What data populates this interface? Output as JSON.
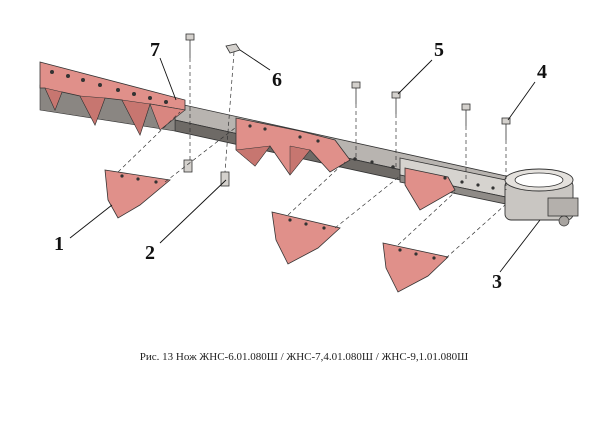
{
  "figure": {
    "caption": "Рис. 13 Нож ЖНС-6.01.080Ш / ЖНС-7,4.01.080Ш / ЖНС-9,1.01.080Ш"
  },
  "callouts": [
    {
      "id": "1",
      "label": "1"
    },
    {
      "id": "2",
      "label": "2"
    },
    {
      "id": "3",
      "label": "3"
    },
    {
      "id": "4",
      "label": "4"
    },
    {
      "id": "5",
      "label": "5"
    },
    {
      "id": "6",
      "label": "6"
    },
    {
      "id": "7",
      "label": "7"
    }
  ],
  "colors": {
    "blade": "#e0908a",
    "blade_dark": "#c77670",
    "bar": "#b8b4b0",
    "bar_dark": "#6e6a66",
    "head": "#c9c6c2",
    "outline": "#333333"
  }
}
